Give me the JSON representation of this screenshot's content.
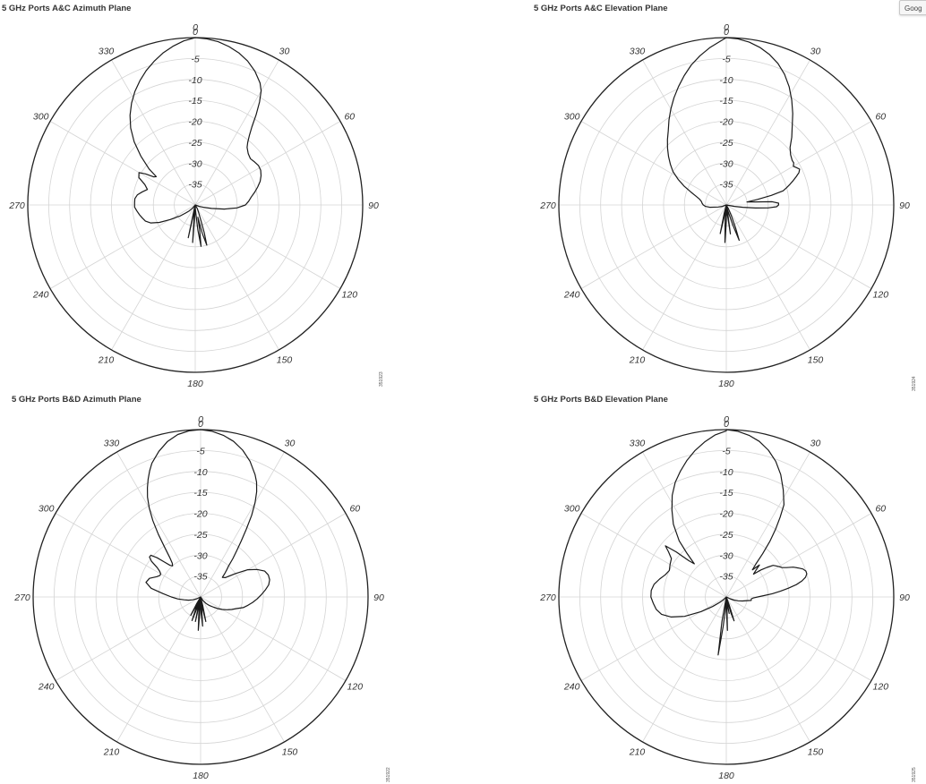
{
  "toolbar": {
    "google_label": "Goog"
  },
  "chart_data": [
    {
      "type": "polar-line",
      "title": "5 GHz Ports A&C Azimuth Plane",
      "figure_id": "351923",
      "angle_labels": [
        "0",
        "30",
        "60",
        "90",
        "120",
        "150",
        "180",
        "210",
        "240",
        "270",
        "300",
        "330"
      ],
      "radial_labels": [
        "-5",
        "-10",
        "-15",
        "-20",
        "-25",
        "-30",
        "-35"
      ],
      "radial_range": [
        -40,
        0
      ],
      "grid": true,
      "series": [
        {
          "angle": [
            0,
            4,
            8,
            12,
            16,
            20,
            24,
            28,
            30,
            32,
            34,
            36,
            38,
            40,
            42,
            46,
            50,
            54,
            58,
            62,
            66,
            70,
            74,
            78,
            82,
            86,
            90,
            94,
            98,
            102,
            106,
            110,
            114,
            120,
            126,
            132,
            138,
            144,
            150,
            156,
            160,
            162,
            164,
            166,
            168,
            170,
            172,
            174,
            176,
            178,
            180,
            182,
            184,
            186,
            188,
            190,
            192,
            194,
            196,
            198,
            200,
            205,
            210,
            215,
            220,
            225,
            230,
            234,
            236,
            238,
            240,
            244,
            248,
            252,
            256,
            260,
            264,
            268,
            272,
            276,
            280,
            284,
            288,
            292,
            296,
            300,
            302,
            304,
            306,
            308,
            312,
            316,
            320,
            324,
            328,
            332,
            336,
            340,
            344,
            348,
            352,
            356,
            360
          ],
          "value": [
            0,
            -0.2,
            -0.6,
            -1.3,
            -2.2,
            -3.4,
            -5,
            -7,
            -8.5,
            -11,
            -14,
            -17,
            -19,
            -20.5,
            -21.5,
            -22.4,
            -22.8,
            -22.5,
            -22.2,
            -22.3,
            -22.8,
            -23.5,
            -24.5,
            -25.5,
            -26.5,
            -27.2,
            -28,
            -30,
            -33,
            -36,
            -38,
            -39,
            -40,
            -40,
            -40,
            -40,
            -40,
            -40,
            -39,
            -38,
            -36,
            -33,
            -30,
            -33,
            -37,
            -34,
            -30,
            -34,
            -38,
            -39,
            -40,
            -38,
            -31,
            -38,
            -40,
            -38,
            -32,
            -39,
            -40,
            -40,
            -40,
            -40,
            -40,
            -40,
            -39,
            -38,
            -37,
            -35.5,
            -35,
            -34,
            -33,
            -30.5,
            -28.5,
            -27.5,
            -27,
            -26.5,
            -26,
            -25.5,
            -25.5,
            -25.5,
            -26,
            -27,
            -28,
            -27,
            -25,
            -24.5,
            -26,
            -28,
            -28.5,
            -26,
            -22.5,
            -19,
            -16,
            -13.5,
            -11.3,
            -9.3,
            -7.5,
            -5.8,
            -4.3,
            -2.9,
            -1.7,
            -0.7,
            0
          ]
        }
      ]
    },
    {
      "type": "polar-line",
      "title": "5 GHz Ports A&C Elevation Plane",
      "figure_id": "351924",
      "angle_labels": [
        "0",
        "30",
        "60",
        "90",
        "120",
        "150",
        "180",
        "210",
        "240",
        "270",
        "300",
        "330"
      ],
      "radial_labels": [
        "-5",
        "-10",
        "-15",
        "-20",
        "-25",
        "-30",
        "-35"
      ],
      "radial_range": [
        -40,
        0
      ],
      "grid": true,
      "series": [
        {
          "angle": [
            0,
            4,
            8,
            12,
            16,
            20,
            24,
            28,
            32,
            36,
            40,
            44,
            48,
            52,
            56,
            58,
            60,
            62,
            64,
            66,
            68,
            70,
            72,
            74,
            76,
            78,
            80,
            82,
            84,
            86,
            88,
            90,
            92,
            94,
            96,
            98,
            100,
            104,
            110,
            116,
            122,
            130,
            140,
            150,
            155,
            158,
            160,
            162,
            164,
            166,
            168,
            170,
            172,
            174,
            176,
            178,
            180,
            182,
            184,
            186,
            188,
            190,
            192,
            194,
            196,
            198,
            200,
            205,
            212,
            220,
            230,
            240,
            250,
            256,
            262,
            266,
            270,
            274,
            278,
            282,
            286,
            290,
            294,
            298,
            302,
            306,
            310,
            314,
            318,
            322,
            326,
            330,
            334,
            338,
            342,
            346,
            350,
            354,
            358,
            360
          ],
          "value": [
            0,
            -0.2,
            -0.7,
            -1.5,
            -2.6,
            -4,
            -5.8,
            -8,
            -10.5,
            -13,
            -15.5,
            -17.5,
            -19.5,
            -20.5,
            -21,
            -21,
            -21.5,
            -21,
            -20.5,
            -21,
            -22,
            -23,
            -24,
            -25,
            -26,
            -29,
            -32.5,
            -35,
            -33,
            -29,
            -27.5,
            -27.5,
            -28,
            -30,
            -33,
            -36,
            -38,
            -40,
            -40,
            -40,
            -40,
            -40,
            -40,
            -39,
            -37,
            -34,
            -31,
            -35,
            -38,
            -39,
            -40,
            -38,
            -33,
            -38,
            -40,
            -39,
            -36,
            -31,
            -36,
            -40,
            -40,
            -37,
            -33,
            -38,
            -40,
            -40,
            -40,
            -40,
            -40,
            -40,
            -40,
            -40,
            -39,
            -38,
            -36,
            -35,
            -34.5,
            -34.2,
            -34,
            -33.5,
            -32.5,
            -31,
            -29,
            -27,
            -25,
            -23.5,
            -22,
            -20.5,
            -19,
            -17.5,
            -15.5,
            -13.5,
            -11.5,
            -9.5,
            -7.5,
            -5.5,
            -3.8,
            -2.2,
            -0.8,
            0
          ]
        }
      ]
    },
    {
      "type": "polar-line",
      "title": "5 GHz Ports B&D Azimuth Plane",
      "figure_id": "351922",
      "angle_labels": [
        "0",
        "30",
        "60",
        "90",
        "120",
        "150",
        "180",
        "210",
        "240",
        "270",
        "300",
        "330"
      ],
      "radial_labels": [
        "-5",
        "-10",
        "-15",
        "-20",
        "-25",
        "-30",
        "-35"
      ],
      "radial_range": [
        -40,
        0
      ],
      "grid": true,
      "series": [
        {
          "angle": [
            0,
            4,
            8,
            12,
            16,
            20,
            24,
            26,
            28,
            30,
            32,
            34,
            36,
            38,
            40,
            42,
            44,
            46,
            48,
            52,
            56,
            60,
            64,
            68,
            72,
            76,
            80,
            84,
            88,
            92,
            96,
            100,
            104,
            108,
            112,
            116,
            120,
            124,
            128,
            134,
            140,
            146,
            150,
            156,
            162,
            166,
            168,
            170,
            172,
            174,
            176,
            178,
            180,
            182,
            184,
            186,
            188,
            190,
            192,
            194,
            196,
            198,
            200,
            202,
            204,
            206,
            208,
            210,
            215,
            220,
            225,
            230,
            235,
            240,
            245,
            250,
            255,
            260,
            265,
            270,
            275,
            280,
            285,
            290,
            295,
            298,
            300,
            302,
            304,
            306,
            308,
            310,
            312,
            314,
            316,
            318,
            320,
            322,
            324,
            326,
            328,
            330,
            332,
            334,
            336,
            338,
            340,
            344,
            348,
            352,
            356,
            360
          ],
          "value": [
            0,
            -0.3,
            -1,
            -2,
            -3.5,
            -5.5,
            -8,
            -9.5,
            -11.5,
            -14,
            -17,
            -20.5,
            -23.5,
            -26,
            -28,
            -30,
            -31,
            -32,
            -33,
            -32.5,
            -30,
            -27,
            -25,
            -23.5,
            -23,
            -23,
            -23.5,
            -24.5,
            -25.5,
            -26.5,
            -27.5,
            -28.5,
            -29.5,
            -31,
            -32,
            -33,
            -34,
            -35,
            -36,
            -37,
            -38,
            -39,
            -40,
            -40,
            -40,
            -38,
            -34,
            -37,
            -40,
            -38,
            -33,
            -36,
            -40,
            -38,
            -32,
            -36,
            -40,
            -38,
            -34,
            -38,
            -40,
            -37,
            -34,
            -37,
            -40,
            -38,
            -35,
            -38,
            -40,
            -40,
            -40,
            -40,
            -40,
            -40,
            -39,
            -38,
            -37,
            -36,
            -34.5,
            -33,
            -31,
            -28,
            -26.5,
            -27,
            -28.5,
            -29,
            -29,
            -28.5,
            -27.5,
            -25.5,
            -24.5,
            -24.5,
            -26,
            -28,
            -29.5,
            -30,
            -29.5,
            -28,
            -25.5,
            -22,
            -18.5,
            -15.5,
            -13,
            -11,
            -9.2,
            -7.5,
            -6,
            -3.8,
            -2,
            -0.8,
            -0.2,
            0
          ]
        }
      ]
    },
    {
      "type": "polar-line",
      "title": "5 GHz Ports B&D Elevation Plane",
      "figure_id": "351925",
      "angle_labels": [
        "0",
        "30",
        "60",
        "90",
        "120",
        "150",
        "180",
        "210",
        "240",
        "270",
        "300",
        "330"
      ],
      "radial_labels": [
        "-5",
        "-10",
        "-15",
        "-20",
        "-25",
        "-30",
        "-35"
      ],
      "radial_range": [
        -40,
        0
      ],
      "grid": true,
      "series": [
        {
          "angle": [
            0,
            4,
            8,
            12,
            16,
            20,
            24,
            28,
            32,
            34,
            36,
            38,
            40,
            42,
            44,
            46,
            48,
            50,
            52,
            54,
            56,
            58,
            60,
            62,
            64,
            66,
            68,
            70,
            72,
            74,
            76,
            78,
            80,
            82,
            84,
            86,
            88,
            90,
            92,
            94,
            96,
            98,
            100,
            104,
            108,
            112,
            116,
            120,
            125,
            130,
            140,
            150,
            158,
            160,
            162,
            164,
            166,
            168,
            170,
            172,
            174,
            176,
            178,
            180,
            182,
            184,
            186,
            188,
            190,
            192,
            194,
            196,
            198,
            200,
            202,
            204,
            206,
            210,
            215,
            220,
            225,
            230,
            235,
            240,
            245,
            250,
            255,
            260,
            265,
            270,
            275,
            280,
            285,
            290,
            295,
            300,
            305,
            308,
            310,
            312,
            314,
            316,
            318,
            320,
            324,
            328,
            332,
            336,
            340,
            344,
            348,
            352,
            356,
            360
          ],
          "value": [
            0,
            -0.3,
            -1,
            -2,
            -3.5,
            -5.5,
            -8,
            -11,
            -14,
            -17,
            -20,
            -23,
            -26.5,
            -29.5,
            -31,
            -29,
            -30.5,
            -31.5,
            -29.5,
            -28,
            -26.5,
            -26,
            -25.5,
            -25,
            -24,
            -22.5,
            -21.5,
            -20.5,
            -20,
            -20,
            -20.5,
            -21.5,
            -23,
            -25,
            -27,
            -29,
            -31,
            -32.5,
            -33.5,
            -34,
            -34,
            -34,
            -35,
            -36,
            -37,
            -38,
            -39,
            -40,
            -40,
            -40,
            -40,
            -40,
            -40,
            -38,
            -34,
            -36,
            -40,
            -40,
            -36,
            -38,
            -40,
            -38,
            -32,
            -38,
            -40,
            -37,
            -33,
            -26,
            -34,
            -40,
            -40,
            -40,
            -40,
            -40,
            -40,
            -40,
            -40,
            -40,
            -40,
            -40,
            -39,
            -38,
            -36,
            -33,
            -29,
            -26,
            -24,
            -23,
            -22.5,
            -22,
            -22,
            -22.5,
            -23.5,
            -24.5,
            -25,
            -24.5,
            -24,
            -22.5,
            -21,
            -24,
            -27.5,
            -29,
            -26,
            -22.5,
            -18.5,
            -15.5,
            -12.5,
            -10,
            -8,
            -6,
            -4.2,
            -2.6,
            -1.2,
            -0.3,
            0
          ]
        }
      ]
    }
  ]
}
